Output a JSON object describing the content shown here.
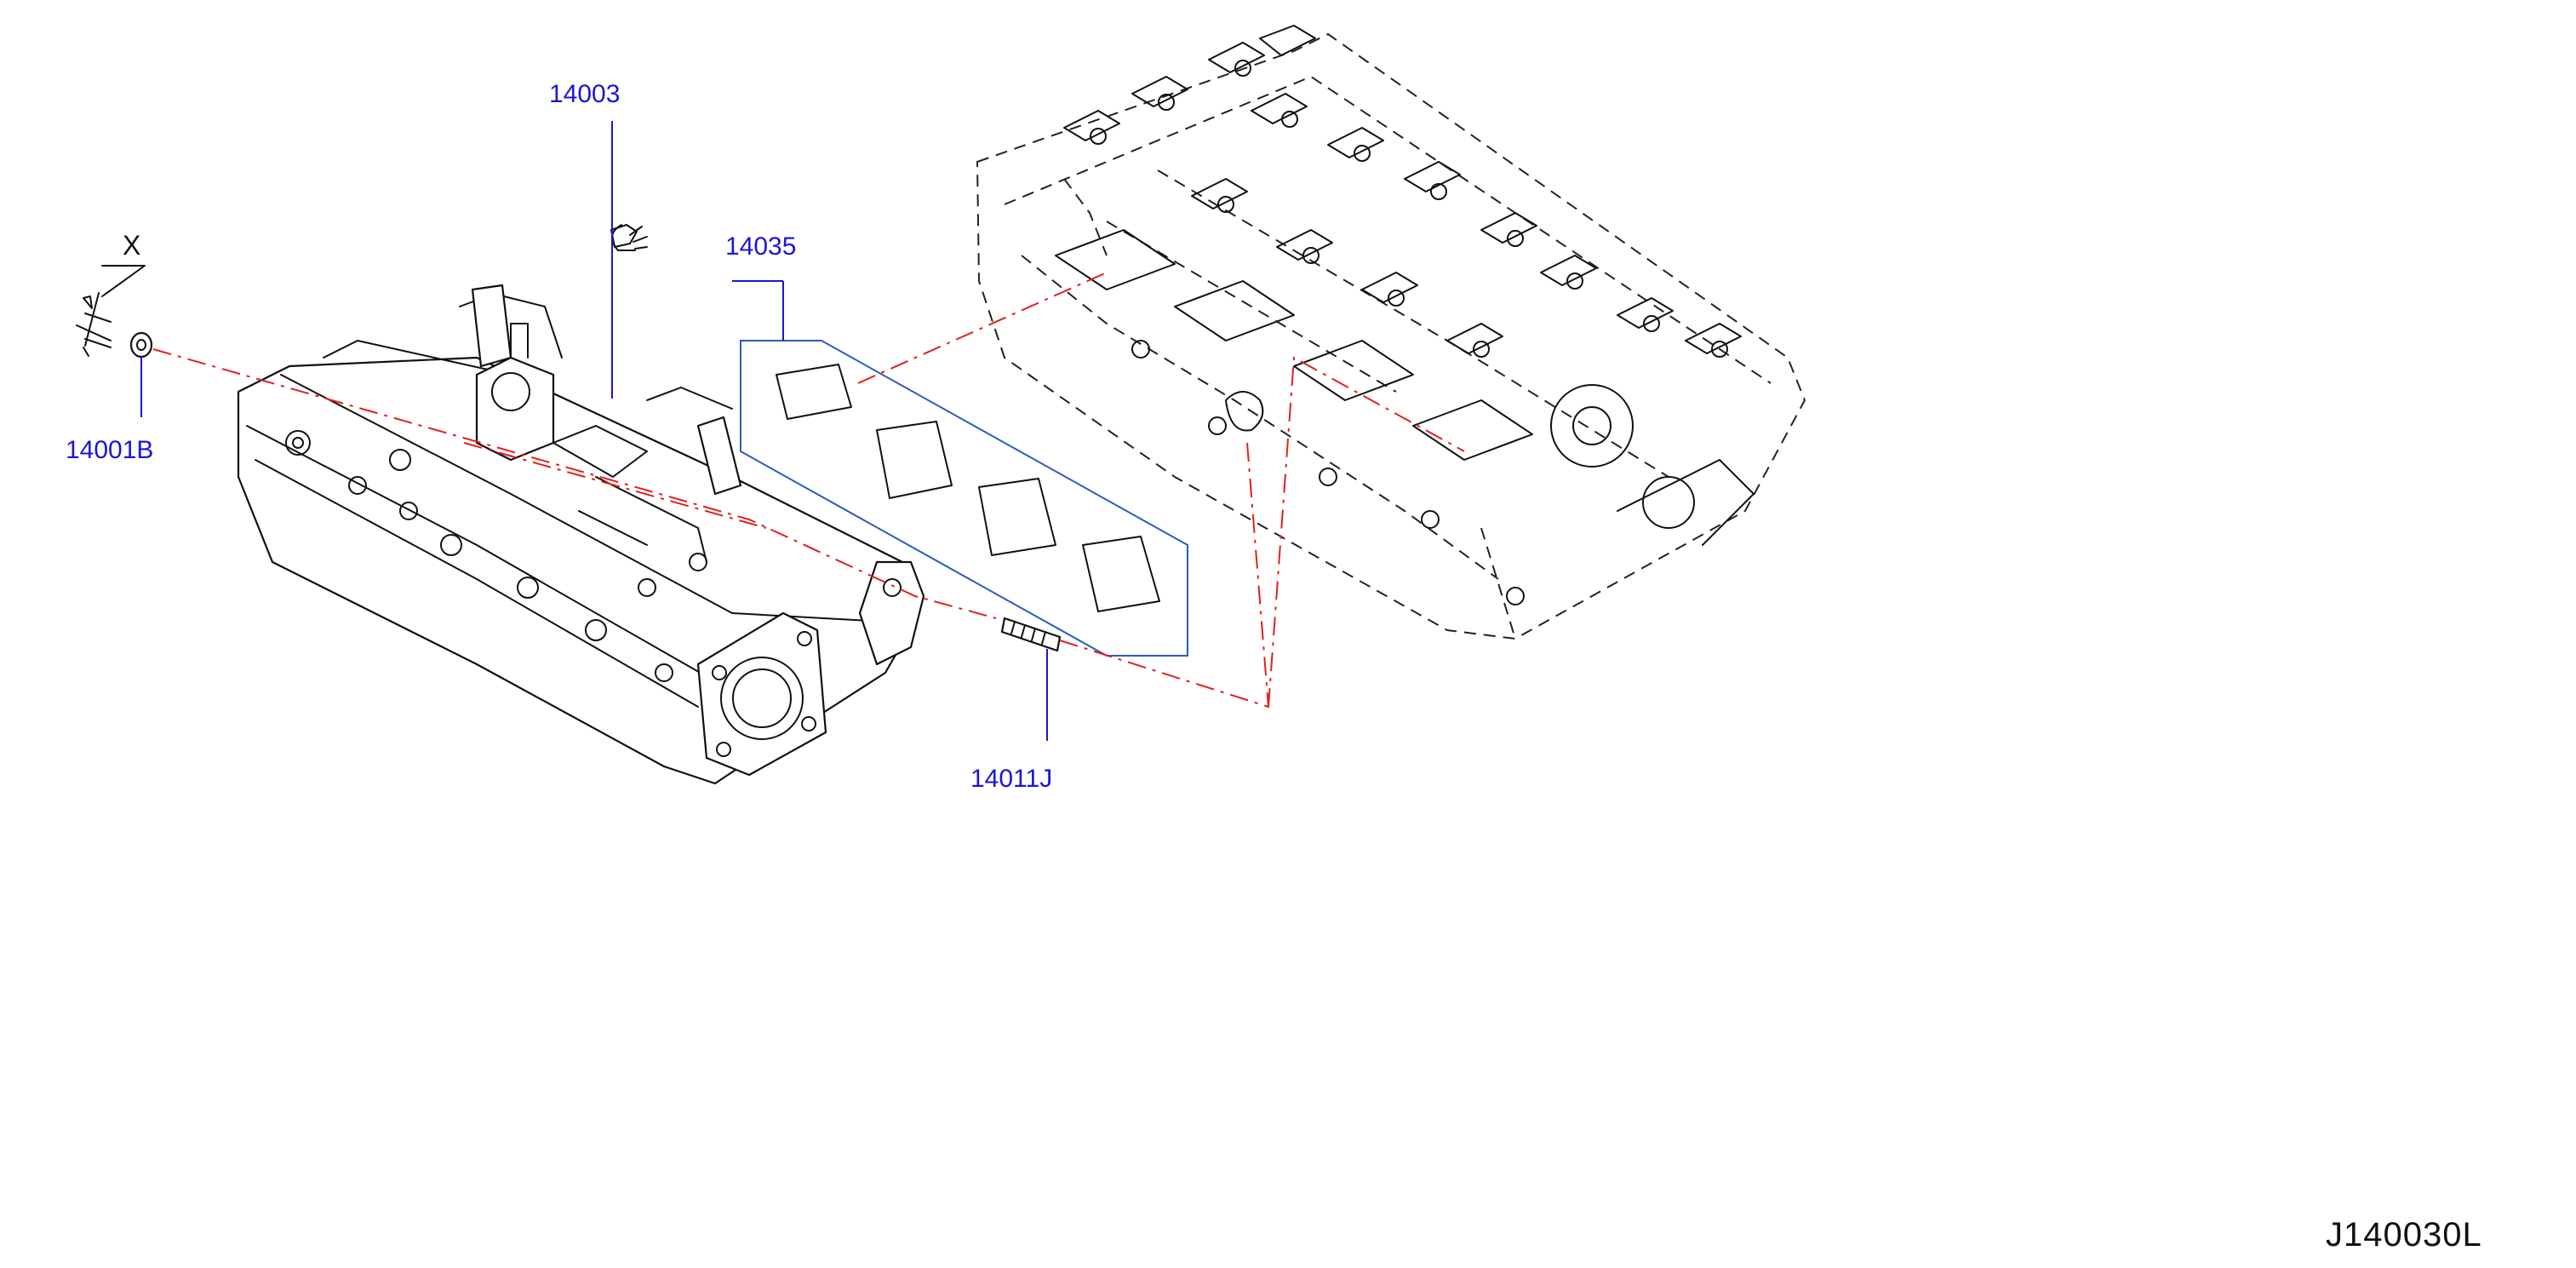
{
  "diagram": {
    "callouts": [
      {
        "id": "14003",
        "label": "14003"
      },
      {
        "id": "14035",
        "label": "14035"
      },
      {
        "id": "14001B",
        "label": "14001B"
      },
      {
        "id": "14011J",
        "label": "14011J"
      }
    ],
    "dimension_label": "X",
    "illustration_code": "J140030L"
  },
  "colors": {
    "callout_text": "#1b16d6",
    "center_lines": "#e0201f",
    "drawing": "#111111",
    "background": "#ffffff"
  }
}
